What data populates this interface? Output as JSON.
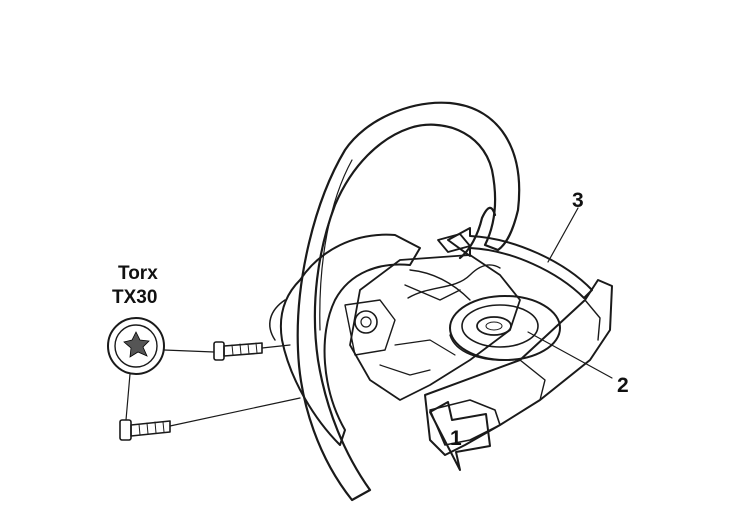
{
  "tool": {
    "line1": "Torx",
    "line2": "TX30"
  },
  "callouts": {
    "c1": "1",
    "c2": "2",
    "c3": "3"
  },
  "colors": {
    "ink": "#1a1a1a",
    "paper": "#ffffff",
    "shade": "#555555"
  },
  "icons": {
    "tool_bit": "torx-bit-icon",
    "bolt": "screw-icon"
  }
}
